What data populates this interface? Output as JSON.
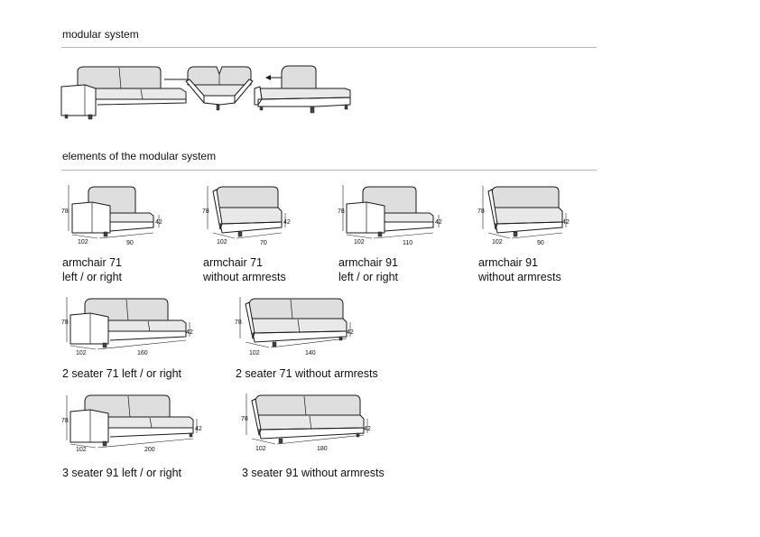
{
  "sections": {
    "modular_title": "modular system",
    "elements_title": "elements of the modular system"
  },
  "items": [
    {
      "line1": "armchair 71",
      "line2": "left / or right",
      "height": "78",
      "depth": "102",
      "width": "90",
      "seat": "42"
    },
    {
      "line1": "armchair 71",
      "line2": "without armrests",
      "height": "78",
      "depth": "102",
      "width": "70",
      "seat": "42"
    },
    {
      "line1": "armchair 91",
      "line2": "left / or right",
      "height": "78",
      "depth": "102",
      "width": "110",
      "seat": "42"
    },
    {
      "line1": "armchair 91",
      "line2": "without armrests",
      "height": "78",
      "depth": "102",
      "width": "90",
      "seat": "42"
    },
    {
      "line1": "2 seater 71 left / or right",
      "height": "78",
      "depth": "102",
      "width": "160",
      "seat": "42"
    },
    {
      "line1": "2 seater 71 without armrests",
      "height": "78",
      "depth": "102",
      "width": "140",
      "seat": "42"
    },
    {
      "line1": "3 seater 91 left / or right",
      "height": "78",
      "depth": "102",
      "width": "200",
      "seat": "42"
    },
    {
      "line1": "3 seater 91 without armrests",
      "height": "78",
      "depth": "102",
      "width": "180",
      "seat": "42"
    }
  ],
  "icons": {
    "modular_diagram": "modular-sofa-diagram",
    "arrow": "arrow-icon"
  }
}
